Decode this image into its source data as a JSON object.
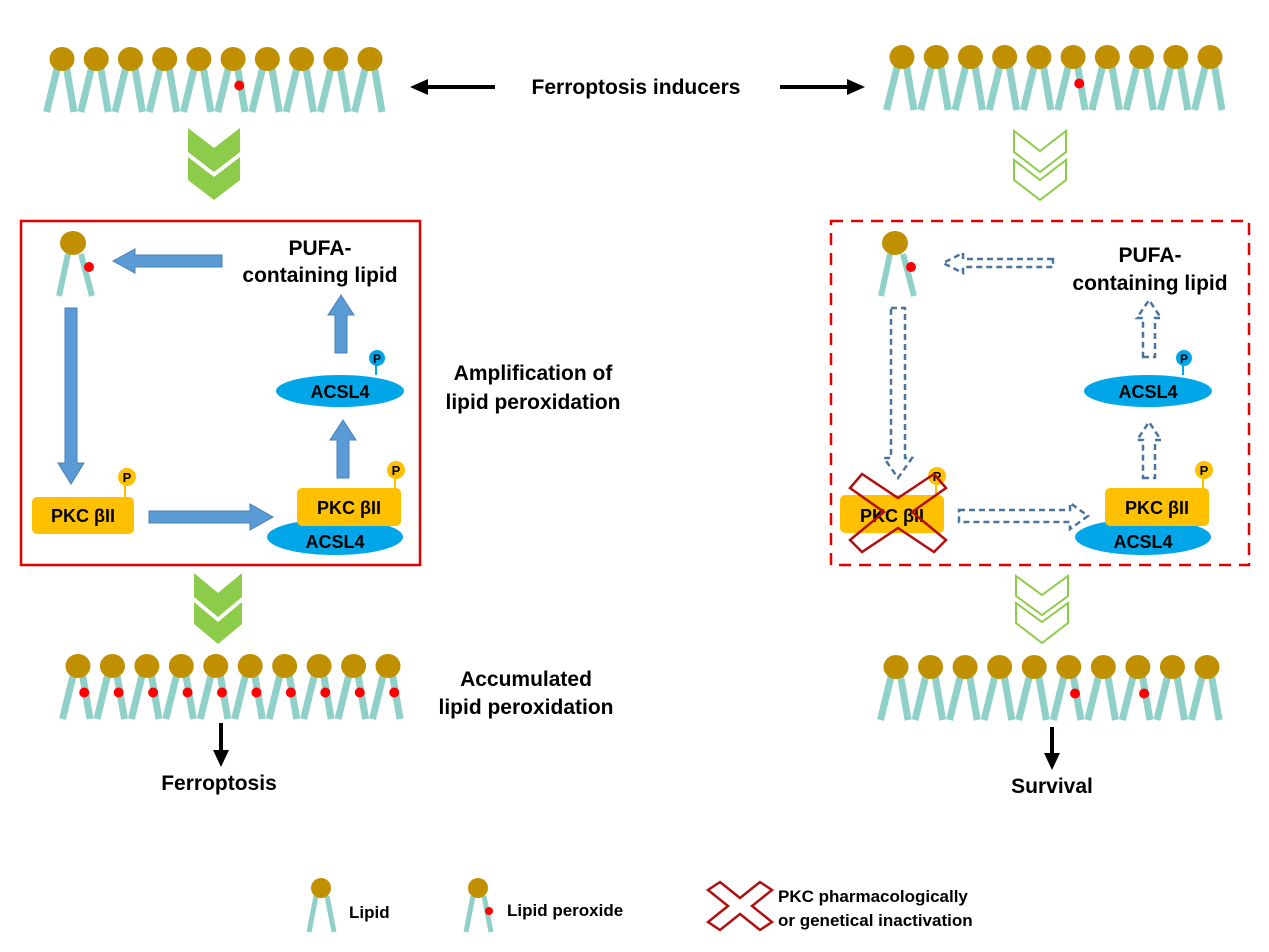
{
  "top": {
    "inducer_label": "Ferroptosis inducers"
  },
  "left_panel": {
    "pufa_line1": "PUFA-",
    "pufa_line2": "containing lipid",
    "acsl4_top": "ACSL4",
    "pkc_left": "PKC βII",
    "pkc_complex": "PKC βII",
    "acsl4_complex": "ACSL4",
    "p_label": "P",
    "box_style": "solid",
    "arrow_style": "solid"
  },
  "middle": {
    "amplification_line1": "Amplification of",
    "amplification_line2": "lipid peroxidation",
    "accumulated_line1": "Accumulated",
    "accumulated_line2": "lipid peroxidation"
  },
  "right_panel": {
    "pufa_line1": "PUFA-",
    "pufa_line2": "containing lipid",
    "acsl4_top": "ACSL4",
    "pkc_left": "PKC βII",
    "pkc_complex": "PKC βII",
    "acsl4_complex": "ACSL4",
    "p_label": "P",
    "box_style": "dashed",
    "arrow_style": "dashed",
    "pkc_inactivated": true
  },
  "outcomes": {
    "left": "Ferroptosis",
    "right": "Survival"
  },
  "membranes": {
    "top_left_peroxide_positions": [
      5
    ],
    "top_right_peroxide_positions": [
      5
    ],
    "bottom_left_peroxide_positions": [
      0,
      1,
      2,
      3,
      4,
      5,
      6,
      7,
      8,
      9
    ],
    "bottom_right_peroxide_positions": [
      5,
      7
    ],
    "lipids_per_membrane": 10
  },
  "legend": {
    "lipid": "Lipid",
    "lipid_peroxide": "Lipid peroxide",
    "inactivation_line1": "PKC pharmacologically",
    "inactivation_line2": "or genetical inactivation"
  },
  "colors": {
    "lipid_head": "#C09000",
    "lipid_tail": "#8FD0C8",
    "peroxide": "#FF0000",
    "box_border": "#E00000",
    "blue_arrow": "#5B9BD5",
    "dashed_arrow": "#4A74A0",
    "pkc": "#FFC000",
    "acsl4": "#00A6E8",
    "chevron": "#8DCB4B",
    "cross": "#B01010"
  }
}
